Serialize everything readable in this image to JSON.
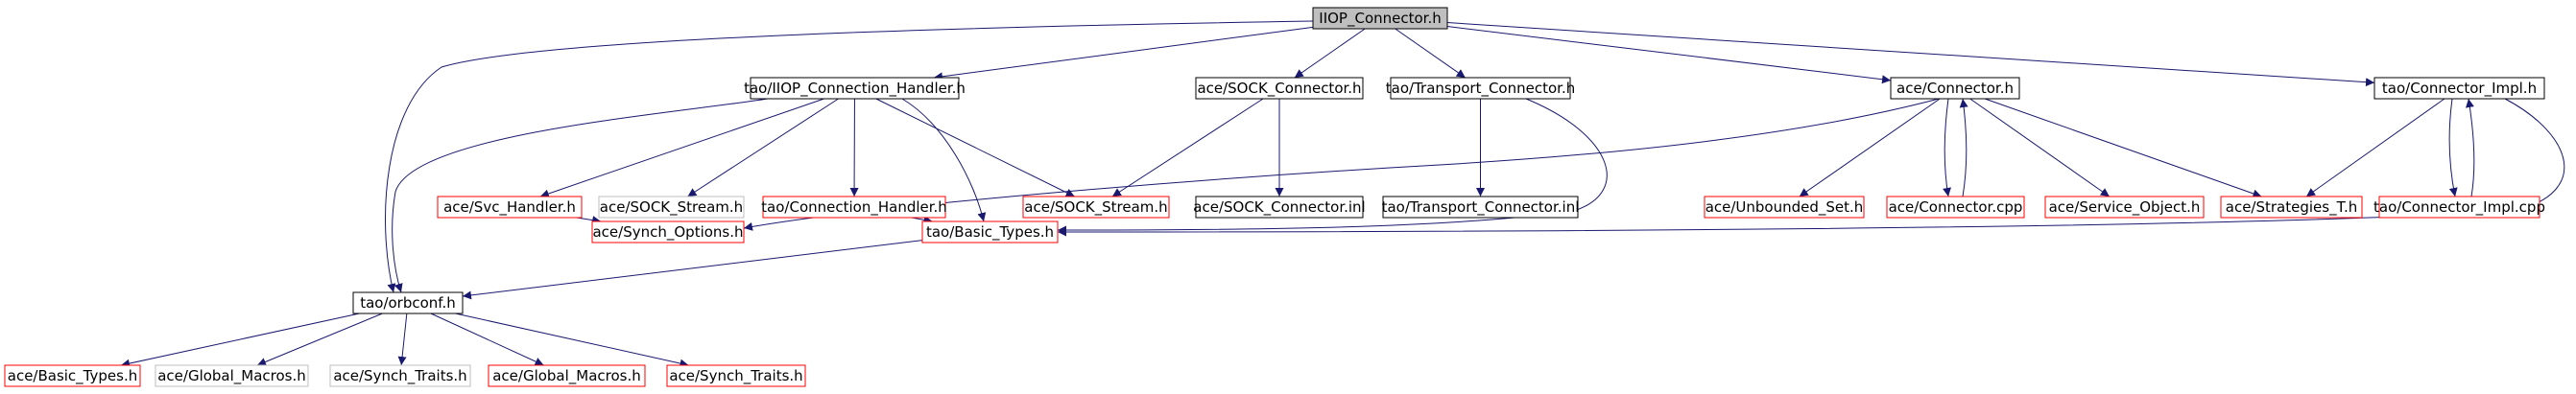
{
  "diagram": {
    "colors": {
      "edge": "#191970",
      "normal_border": "#000000",
      "root_fill": "#bfbfbf",
      "missing_border": "#ff0000",
      "undocumented_border": "#bfbfbf"
    },
    "nodes": [
      {
        "id": "n0",
        "label": "IIOP_Connector.h",
        "kind": "root"
      },
      {
        "id": "n1",
        "label": "tao/IIOP_Connection_Handler.h",
        "kind": "normal"
      },
      {
        "id": "n2",
        "label": "ace/SOCK_Connector.h",
        "kind": "normal"
      },
      {
        "id": "n3",
        "label": "tao/Transport_Connector.h",
        "kind": "normal"
      },
      {
        "id": "n4",
        "label": "ace/Connector.h",
        "kind": "normal"
      },
      {
        "id": "n5",
        "label": "tao/Connector_Impl.h",
        "kind": "normal"
      },
      {
        "id": "n6",
        "label": "ace/Svc_Handler.h",
        "kind": "missing"
      },
      {
        "id": "n7",
        "label": "ace/SOCK_Stream.h",
        "kind": "undocumented"
      },
      {
        "id": "n8",
        "label": "tao/Connection_Handler.h",
        "kind": "missing"
      },
      {
        "id": "n9",
        "label": "ace/SOCK_Stream.h",
        "kind": "missing"
      },
      {
        "id": "n10",
        "label": "ace/SOCK_Connector.inl",
        "kind": "normal"
      },
      {
        "id": "n11",
        "label": "tao/Transport_Connector.inl",
        "kind": "normal"
      },
      {
        "id": "n12",
        "label": "ace/Unbounded_Set.h",
        "kind": "missing"
      },
      {
        "id": "n13",
        "label": "ace/Connector.cpp",
        "kind": "missing"
      },
      {
        "id": "n14",
        "label": "ace/Service_Object.h",
        "kind": "missing"
      },
      {
        "id": "n15",
        "label": "ace/Strategies_T.h",
        "kind": "missing"
      },
      {
        "id": "n16",
        "label": "tao/Connector_Impl.cpp",
        "kind": "missing"
      },
      {
        "id": "n17",
        "label": "ace/Synch_Options.h",
        "kind": "missing"
      },
      {
        "id": "n18",
        "label": "tao/Basic_Types.h",
        "kind": "missing"
      },
      {
        "id": "n19",
        "label": "tao/orbconf.h",
        "kind": "normal"
      },
      {
        "id": "n20",
        "label": "ace/Basic_Types.h",
        "kind": "missing"
      },
      {
        "id": "n21",
        "label": "ace/Global_Macros.h",
        "kind": "undocumented"
      },
      {
        "id": "n22",
        "label": "ace/Synch_Traits.h",
        "kind": "undocumented"
      },
      {
        "id": "n23",
        "label": "ace/Global_Macros.h",
        "kind": "missing"
      },
      {
        "id": "n24",
        "label": "ace/Synch_Traits.h",
        "kind": "missing"
      }
    ],
    "edges": [
      [
        "n0",
        "n1"
      ],
      [
        "n0",
        "n2"
      ],
      [
        "n0",
        "n3"
      ],
      [
        "n0",
        "n4"
      ],
      [
        "n0",
        "n5"
      ],
      [
        "n0",
        "n19"
      ],
      [
        "n1",
        "n6"
      ],
      [
        "n1",
        "n7"
      ],
      [
        "n1",
        "n8"
      ],
      [
        "n1",
        "n9"
      ],
      [
        "n1",
        "n18"
      ],
      [
        "n1",
        "n19"
      ],
      [
        "n2",
        "n9"
      ],
      [
        "n2",
        "n10"
      ],
      [
        "n3",
        "n11"
      ],
      [
        "n3",
        "n18"
      ],
      [
        "n4",
        "n12"
      ],
      [
        "n4",
        "n13"
      ],
      [
        "n4",
        "n14"
      ],
      [
        "n4",
        "n15"
      ],
      [
        "n4",
        "n17"
      ],
      [
        "n13",
        "n4"
      ],
      [
        "n5",
        "n15"
      ],
      [
        "n5",
        "n16"
      ],
      [
        "n5",
        "n18"
      ],
      [
        "n16",
        "n5"
      ],
      [
        "n6",
        "n17"
      ],
      [
        "n8",
        "n18"
      ],
      [
        "n18",
        "n19"
      ],
      [
        "n19",
        "n20"
      ],
      [
        "n19",
        "n21"
      ],
      [
        "n19",
        "n22"
      ],
      [
        "n19",
        "n23"
      ],
      [
        "n19",
        "n24"
      ]
    ]
  }
}
